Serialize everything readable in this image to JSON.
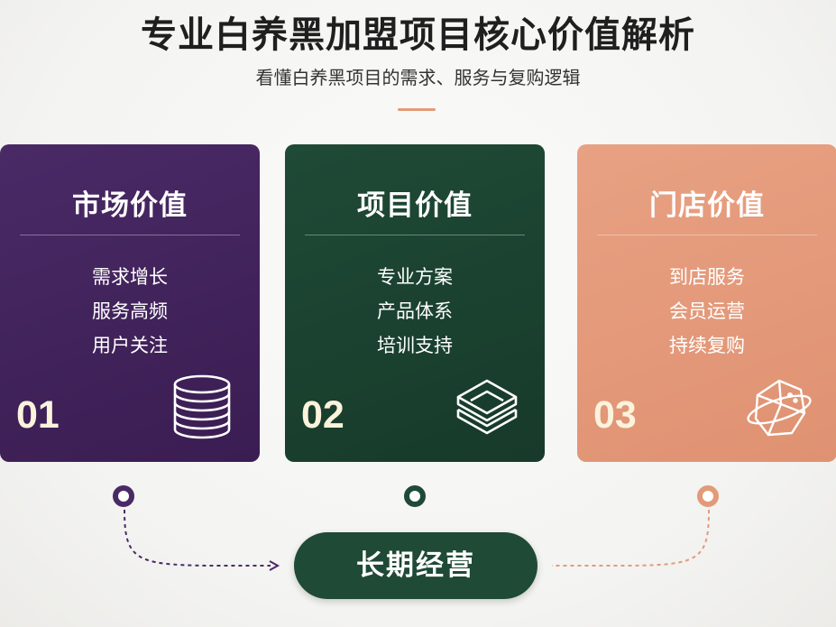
{
  "header": {
    "title": "专业白养黑加盟项目核心价值解析",
    "subtitle": "看懂白养黑项目的需求、服务与复购逻辑",
    "accent_color": "#e39a79"
  },
  "cards": [
    {
      "title": "市场价值",
      "points": [
        "需求增长",
        "服务高频",
        "用户关注"
      ],
      "number": "01",
      "icon": "coin-stack-icon",
      "color_top": "#4a2a66",
      "color_bottom": "#3a1d52"
    },
    {
      "title": "项目价值",
      "points": [
        "专业方案",
        "产品体系",
        "培训支持"
      ],
      "number": "02",
      "icon": "layers-icon",
      "color_top": "#1f4a36",
      "color_bottom": "#173a2a"
    },
    {
      "title": "门店价值",
      "points": [
        "到店服务",
        "会员运营",
        "持续复购"
      ],
      "number": "03",
      "icon": "planet-icon",
      "color_top": "#e8a183",
      "color_bottom": "#df9272"
    }
  ],
  "footer": {
    "pill_label": "长期经营",
    "dot_colors": [
      "#4a2a66",
      "#1f4a36",
      "#e39a79"
    ]
  }
}
